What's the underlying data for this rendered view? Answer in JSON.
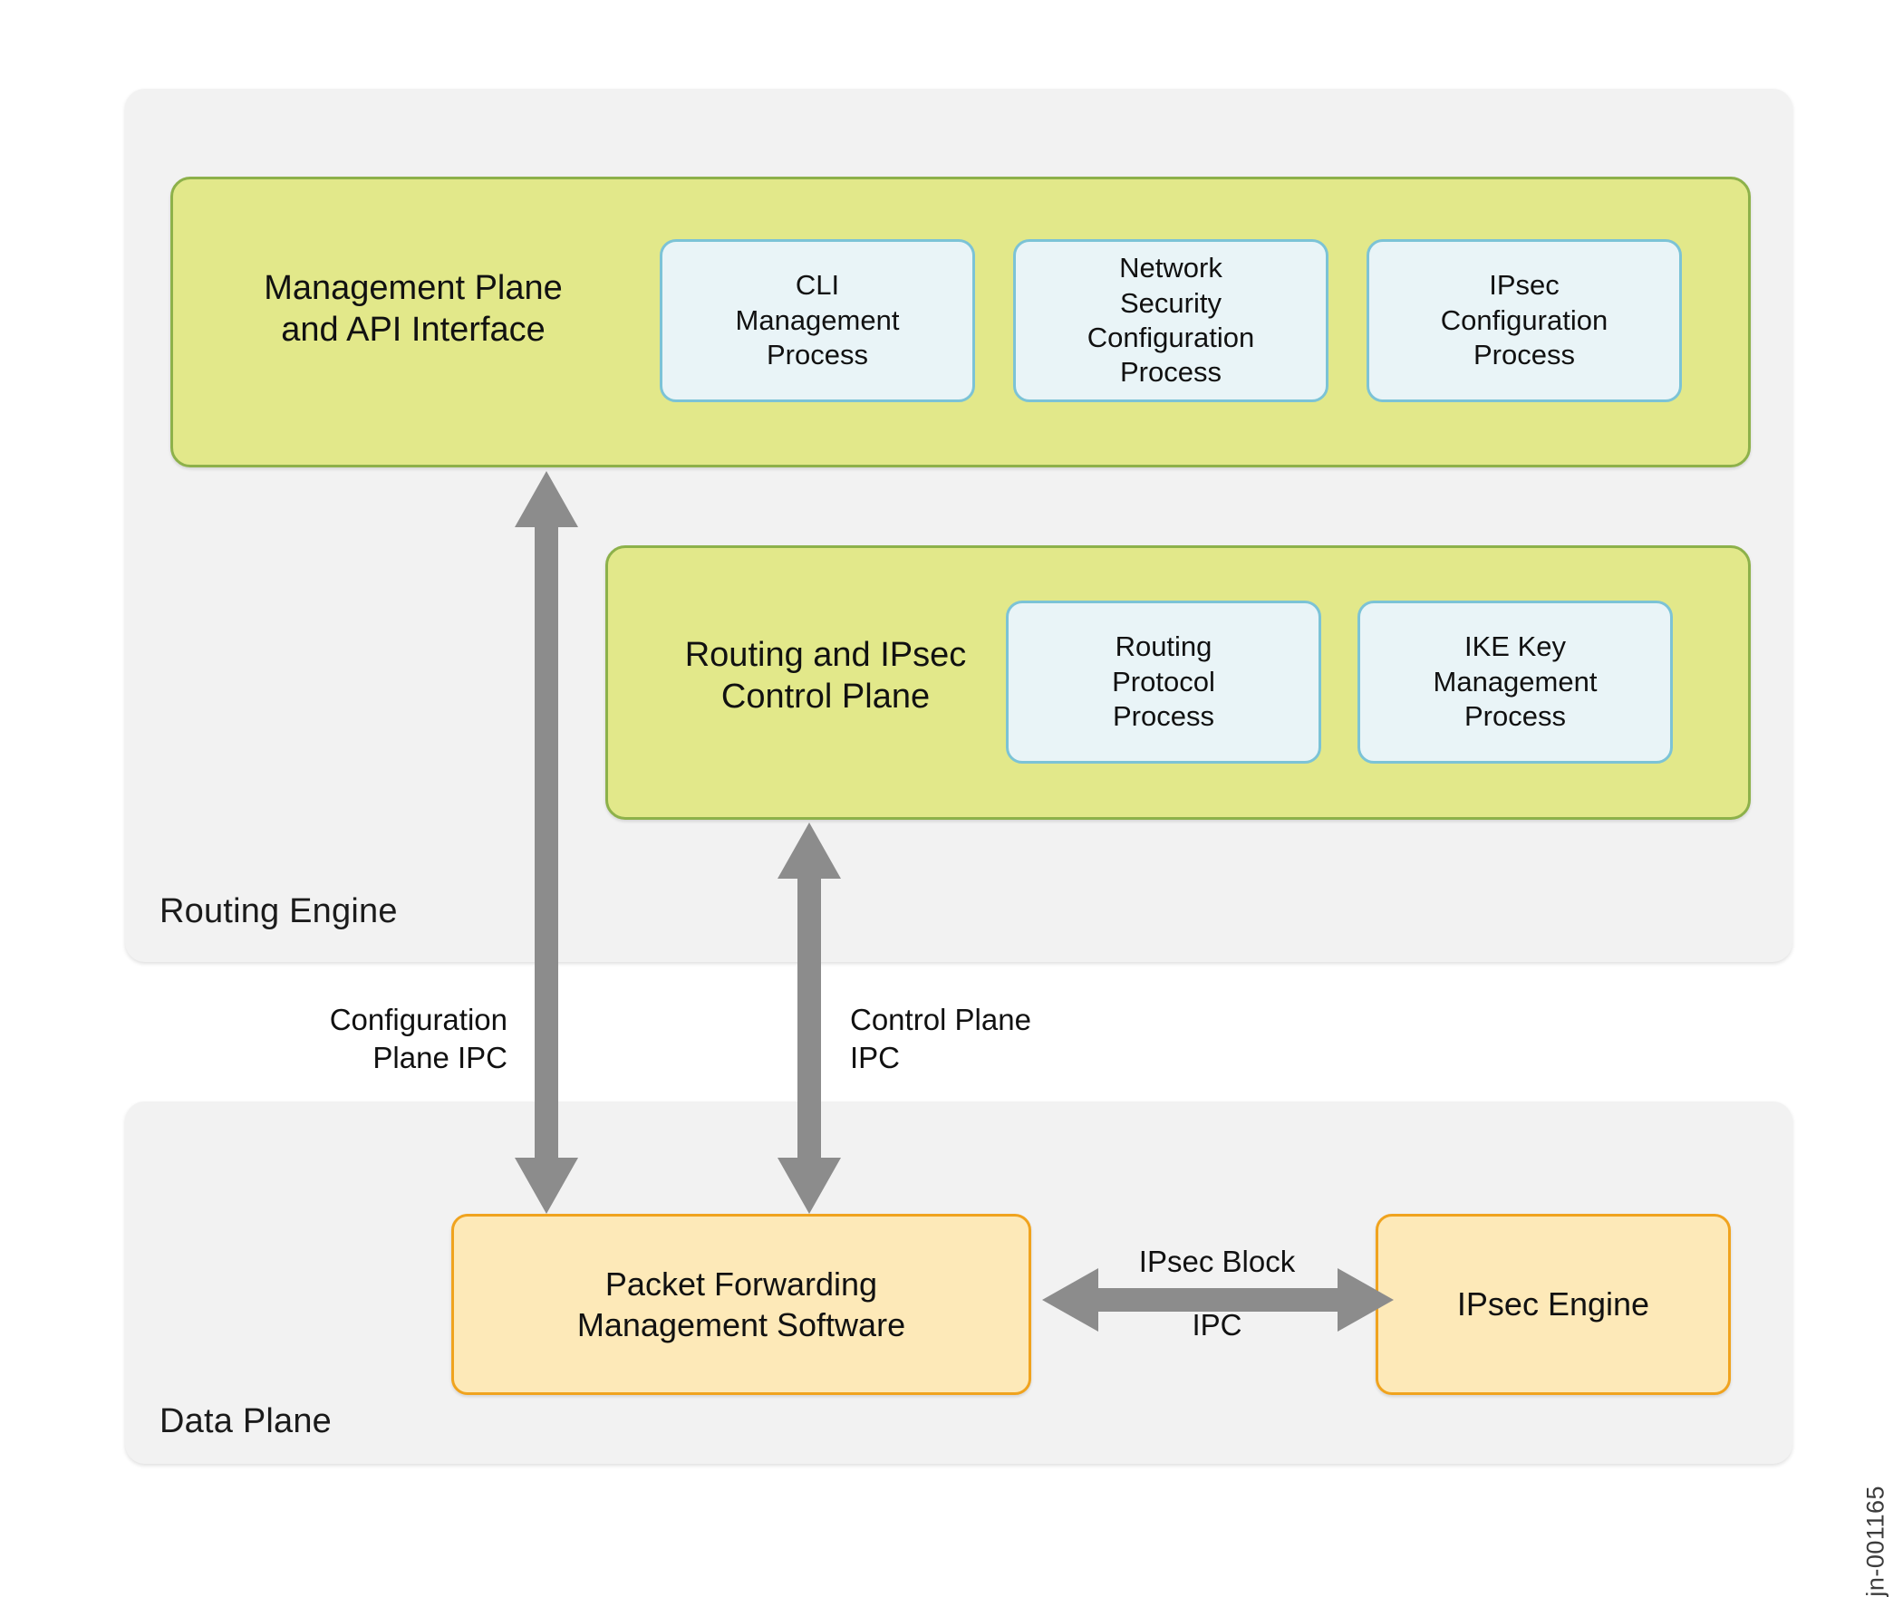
{
  "diagram": {
    "title_watermark": "jn-001165",
    "colors": {
      "plane_container_bg": "#f2f2f2",
      "green_panel_bg": "#e2e88a",
      "green_panel_border": "#8db14a",
      "process_box_bg": "#e9f4f7",
      "process_box_border": "#7cc3d6",
      "orange_box_bg": "#fde9b8",
      "orange_box_border": "#f0a31e",
      "arrow_fill": "#8c8c8c"
    }
  },
  "routing_engine": {
    "label": "Routing Engine",
    "management_plane": {
      "title": "Management Plane\nand API Interface",
      "processes": [
        {
          "name": "cli-management-process",
          "label": "CLI\nManagement\nProcess"
        },
        {
          "name": "network-security-configuration-process",
          "label": "Network\nSecurity\nConfiguration\nProcess"
        },
        {
          "name": "ipsec-configuration-process",
          "label": "IPsec\nConfiguration\nProcess"
        }
      ]
    },
    "control_plane": {
      "title": "Routing and IPsec\nControl Plane",
      "processes": [
        {
          "name": "routing-protocol-process",
          "label": "Routing\nProtocol\nProcess"
        },
        {
          "name": "ike-key-management-process",
          "label": "IKE Key\nManagement\nProcess"
        }
      ]
    }
  },
  "data_plane": {
    "label": "Data Plane",
    "boxes": [
      {
        "name": "packet-forwarding-management-software",
        "label": "Packet Forwarding\nManagement Software"
      },
      {
        "name": "ipsec-engine",
        "label": "IPsec Engine"
      }
    ]
  },
  "connectors": [
    {
      "name": "configuration-plane-ipc",
      "label": "Configuration\nPlane IPC",
      "direction": "bidirectional-vertical"
    },
    {
      "name": "control-plane-ipc",
      "label": "Control Plane\nIPC",
      "direction": "bidirectional-vertical"
    },
    {
      "name": "ipsec-block-ipc-top",
      "label": "IPsec Block",
      "direction": "bidirectional-horizontal"
    },
    {
      "name": "ipsec-block-ipc-bottom",
      "label": "IPC",
      "direction": "bidirectional-horizontal"
    }
  ]
}
